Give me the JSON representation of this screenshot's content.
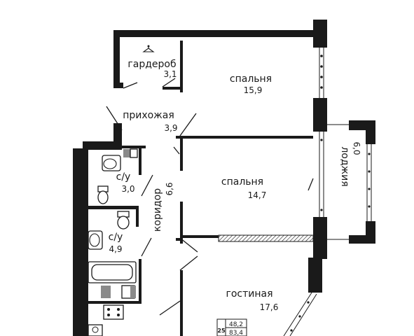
{
  "rooms": {
    "wardrobe": {
      "name": "гардероб",
      "area": "3,1"
    },
    "bedroom1": {
      "name": "спальня",
      "area": "15,9"
    },
    "hallway": {
      "name": "прихожая",
      "area": "3,9"
    },
    "loggia": {
      "name": "лоджия",
      "area": "6,0"
    },
    "bath1": {
      "name": "с/у",
      "area": "3,0"
    },
    "corridor": {
      "name": "коридор",
      "area": "6,6"
    },
    "bedroom2": {
      "name": "спальня",
      "area": "14,7"
    },
    "bath2": {
      "name": "с/у",
      "area": "4,9"
    },
    "living": {
      "name": "гостиная",
      "area": "17,6"
    }
  },
  "badge": {
    "number": "25",
    "area_living": "48,2",
    "area_total": "83,4"
  },
  "colors": {
    "wall": "#1a1a1a",
    "background": "#ffffff",
    "fixture_gray": "#8a8a8a"
  },
  "icons": [
    "hanger-icon",
    "sink-icon",
    "toilet-icon",
    "bathtub-icon",
    "washer-icon",
    "stove-icon"
  ]
}
